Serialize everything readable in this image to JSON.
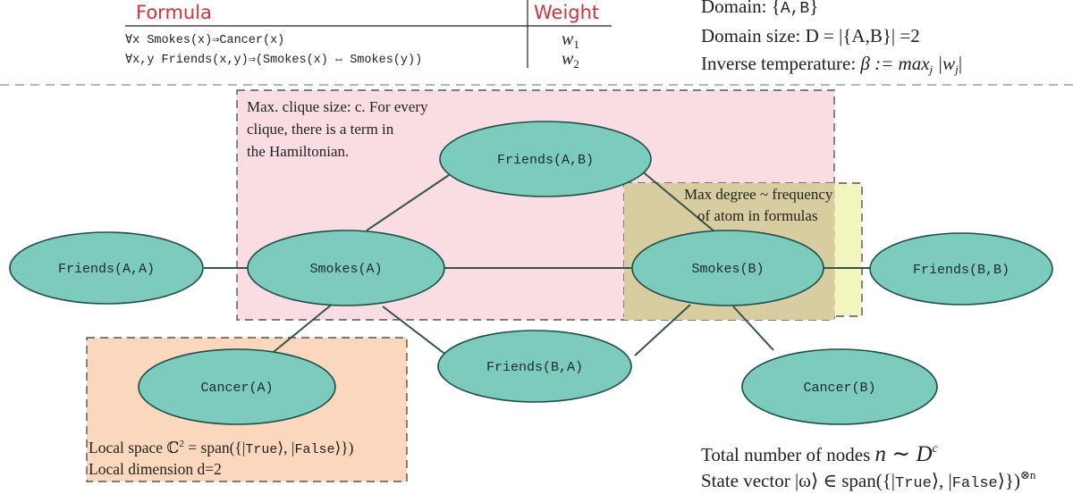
{
  "formula_table": {
    "header_formula": "Formula",
    "header_weight": "Weight",
    "rows": [
      {
        "formula": "∀x Smokes(x)⇒Cancer(x)",
        "weight": "w",
        "weight_sub": "1"
      },
      {
        "formula": "∀x,y Friends(x,y)⇒(Smokes(x) ⇔ Smokes(y))",
        "weight": "w",
        "weight_sub": "2"
      }
    ],
    "header_color": "#d0323f"
  },
  "domain_info": {
    "domain_prefix": "Domain: {",
    "domain_value": "A,B",
    "domain_suffix": "}",
    "domain_size": "Domain size: D = |{A,B}| =2",
    "inverse_temp_prefix": "Inverse temperature: ",
    "inverse_temp_expr": "β := max",
    "inverse_temp_sub": "j",
    "inverse_temp_tail": " |w",
    "inverse_temp_tail_sub": "j",
    "inverse_temp_end": "|"
  },
  "nodes": {
    "friends_ab": "Friends(A,B)",
    "friends_aa": "Friends(A,A)",
    "smokes_a": "Smokes(A)",
    "smokes_b": "Smokes(B)",
    "friends_bb": "Friends(B,B)",
    "friends_ba": "Friends(B,A)",
    "cancer_a": "Cancer(A)",
    "cancer_b": "Cancer(B)"
  },
  "annotations": {
    "clique_line1": "Max. clique size: c. For every",
    "clique_line2": "clique, there is a term in",
    "clique_line3": "the Hamiltonian.",
    "degree_line1": "Max degree ~ frequency",
    "degree_line2": "of atom in formulas",
    "local_space_prefix": "Local space ℂ",
    "local_space_sup": "2",
    "local_space_rest": " = span({|",
    "local_space_true": "True",
    "local_space_mid": "⟩, |",
    "local_space_false": "False",
    "local_space_end": "⟩})",
    "local_dim": "Local dimension d=2",
    "total_nodes_prefix": "Total number of nodes ",
    "total_nodes_expr": "n ∼ D",
    "total_nodes_sup": "c",
    "state_vector_prefix": "State vector |ω⟩ ∈ span({|",
    "state_vector_true": "True",
    "state_vector_mid": "⟩, |",
    "state_vector_false": "False",
    "state_vector_end": "⟩})",
    "state_vector_sup": "⊗n"
  },
  "colors": {
    "clique_box": "#f9dde3",
    "degree_box": "#eef2a8",
    "degree_box_overlap": "#d8cda0",
    "local_box": "#fbd8bd",
    "node_fill": "#7ccbbd",
    "divider": "#8fa3a6"
  }
}
